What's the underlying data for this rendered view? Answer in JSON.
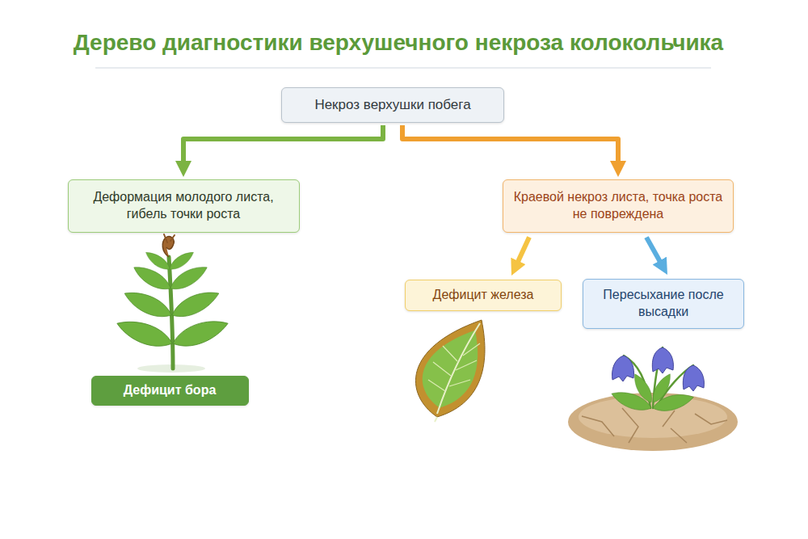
{
  "diagram": {
    "title": "Дерево диагностики верхушечного некроза колокольчика",
    "nodes": [
      {
        "text": [
          "Некроз верхушки побега"
        ]
      },
      {
        "text": [
          "Деформация молодого листа, гибель точки роста"
        ]
      },
      {
        "text": [
          "Дефицит бора"
        ]
      },
      {
        "text": [
          "Краевой некроз листа, точка роста не повреждена"
        ]
      },
      {
        "text": [
          "Дефицит железа"
        ]
      },
      {
        "text": [
          "Пересыхание после высадки"
        ]
      }
    ],
    "edges": [
      {
        "from": 0,
        "to": 1,
        "arrow": "to"
      },
      {
        "from": 0,
        "to": 3,
        "arrow": "to"
      },
      {
        "from": 3,
        "to": 4,
        "arrow": "to"
      },
      {
        "from": 3,
        "to": 5,
        "arrow": "to"
      }
    ]
  }
}
